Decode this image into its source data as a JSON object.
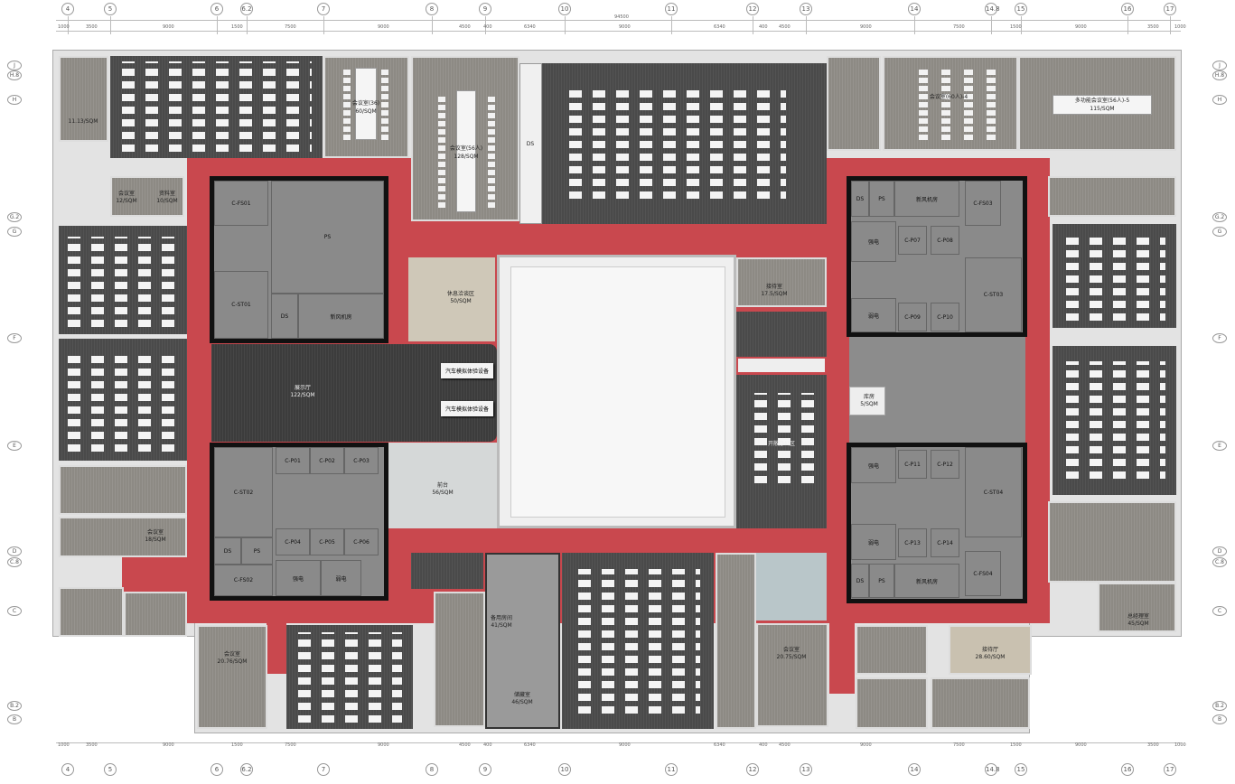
{
  "grid": {
    "columns": [
      "4",
      "5",
      "6",
      "6.2",
      "7",
      "8",
      "9",
      "10",
      "11",
      "12",
      "13",
      "14",
      "14.8",
      "15",
      "16",
      "17"
    ],
    "rows": [
      "J",
      "H.8",
      "H",
      "G.2",
      "G",
      "F",
      "E",
      "D",
      "C.8",
      "C",
      "B.2",
      "B"
    ],
    "total_dimension": "94500",
    "dimensions": [
      "1000",
      "3500",
      "9000",
      "1500",
      "7500",
      "9000",
      "4500",
      "400",
      "6340",
      "9000",
      "6340",
      "400",
      "4500",
      "9000",
      "7500",
      "1500",
      "9000",
      "3500",
      "1000"
    ]
  },
  "rooms": {
    "meeting36": {
      "name": "会议室(36)",
      "area": "60/SQM"
    },
    "meeting56": {
      "name": "会议室(56人)",
      "area": "128/SQM"
    },
    "meeting60": {
      "name": "会议室(60人)-4"
    },
    "multi56": {
      "name": "多功能会议室(56人)-5",
      "area": "115/SQM"
    },
    "showroom": {
      "name": "展示厅",
      "area": "122/SQM"
    },
    "sim1": "汽车模拟体验设备",
    "sim2": "汽车模拟体验设备",
    "reception": {
      "name": "前台",
      "area": "56/SQM"
    },
    "lounge": {
      "name": "休息洽谈区",
      "area": "50/SQM"
    },
    "guest": {
      "name": "接待室",
      "area": "17.5/SQM"
    },
    "open_office": "开敞办公区",
    "storage": {
      "name": "库房",
      "area": "5/SQM"
    },
    "spare": {
      "name": "备用房间",
      "area": "41/SQM"
    },
    "archive": {
      "name": "储藏室",
      "area": "46/SQM"
    },
    "meeting_a": {
      "name": "会议室",
      "area": "20.76/SQM"
    },
    "meeting_b": {
      "name": "会议室",
      "area": "20.75/SQM"
    },
    "meeting_c": {
      "name": "会议室",
      "area": "18/SQM"
    },
    "meeting_d": {
      "name": "会议室",
      "area": "12/SQM"
    },
    "data_room": {
      "name": "资料室",
      "area": "10/SQM"
    },
    "small": {
      "area": "11.13/SQM"
    },
    "gm": {
      "name": "总经理室",
      "area": "45/SQM"
    },
    "hall": {
      "name": "接待厅",
      "area": "28.60/SQM"
    },
    "ds": "DS"
  },
  "cores": {
    "left_top": {
      "stair": "C-ST01",
      "fs": "C-FS01",
      "ds": "DS",
      "ps": "PS",
      "ahu": "新风机房"
    },
    "left_bot": {
      "stair": "C-ST02",
      "fs": "C-FS02",
      "lifts": [
        "C-P01",
        "C-P02",
        "C-P03",
        "C-P04",
        "C-P05",
        "C-P06"
      ],
      "strong": "强电",
      "weak": "弱电",
      "ds": "DS",
      "ps": "PS"
    },
    "right_top": {
      "stair": "C-ST03",
      "fs": "C-FS03",
      "lifts": [
        "C-P07",
        "C-P08",
        "C-P09",
        "C-P10"
      ],
      "strong": "强电",
      "weak": "弱电",
      "ahu": "新风机房",
      "ds": "DS",
      "ps": "PS"
    },
    "right_bot": {
      "stair": "C-ST04",
      "fs": "C-FS04",
      "lifts": [
        "C-P11",
        "C-P12",
        "C-P13",
        "C-P14"
      ],
      "strong": "强电",
      "weak": "弱电",
      "ahu": "新风机房",
      "ds": "DS",
      "ps": "PS"
    }
  },
  "colors": {
    "corridor": "#c9484e",
    "core": "#8a8a8a",
    "office": "#4a4a4a"
  }
}
